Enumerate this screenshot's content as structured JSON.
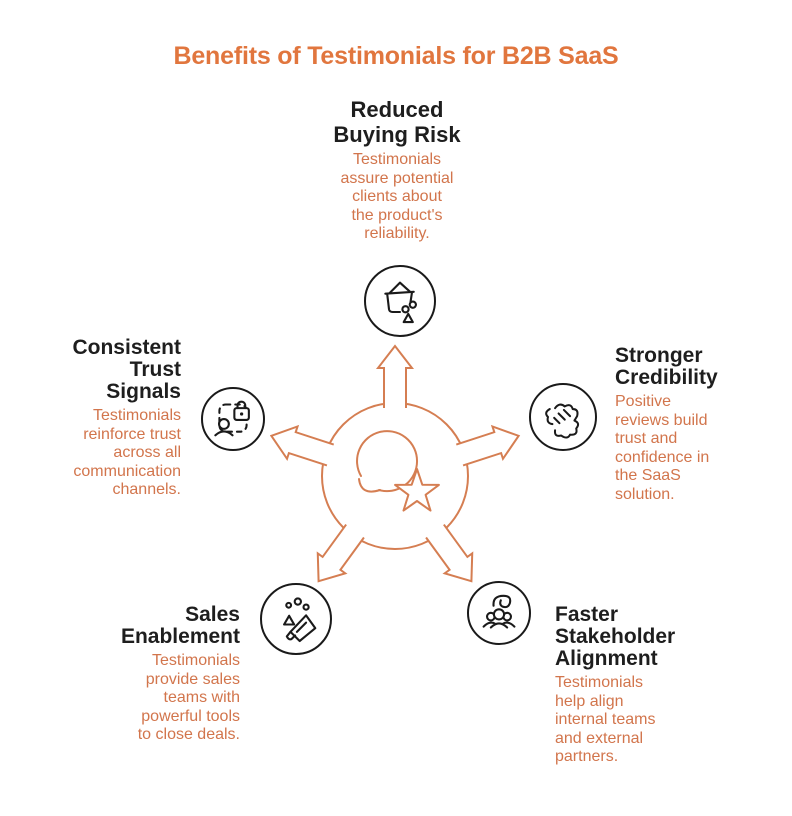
{
  "title": "Benefits of Testimonials for B2B SaaS",
  "colors": {
    "title": "#e1763e",
    "body": "#d2754c",
    "hub": "#d57e52",
    "heading": "#1e1e1e",
    "icon": "#1a1a1a"
  },
  "hub": {
    "icon": "speech-bubble-star-icon",
    "arrow_count": 5
  },
  "sections": {
    "top": {
      "heading": "Reduced\nBuying Risk",
      "desc": "Testimonials\nassure potential\nclients about\nthe product's\nreliability.",
      "icon": "shopping-basket-icon"
    },
    "left": {
      "heading": "Consistent\nTrust\nSignals",
      "desc": "Testimonials\nreinforce trust\nacross all\ncommunication\nchannels.",
      "icon": "user-lock-icon"
    },
    "right": {
      "heading": "Stronger\nCredibility",
      "desc": "Positive\nreviews build\ntrust and\nconfidence in\nthe SaaS\nsolution.",
      "icon": "handshake-icon"
    },
    "bottom_left": {
      "heading": "Sales\nEnablement",
      "desc": "Testimonials\nprovide sales\nteams with\npowerful tools\nto close deals.",
      "icon": "megaphone-icon"
    },
    "bottom_right": {
      "heading": "Faster\nStakeholder\nAlignment",
      "desc": "Testimonials\nhelp align\ninternal teams\nand external\npartners.",
      "icon": "team-alignment-icon"
    }
  }
}
